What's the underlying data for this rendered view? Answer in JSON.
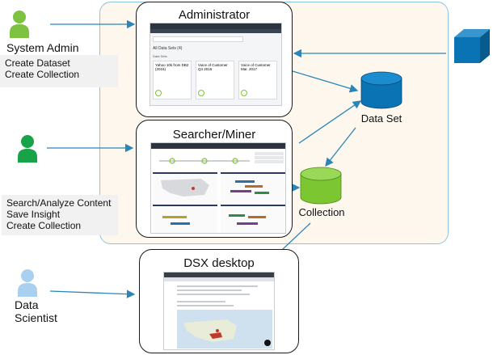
{
  "actors": {
    "system_admin": {
      "label": "System Admin",
      "notes": [
        "Create Dataset",
        "Create Collection"
      ]
    },
    "searcher": {
      "notes": [
        "Search/Analyze Content",
        "Save Insight",
        "Create Collection"
      ]
    },
    "data_scientist": {
      "label_line1": "Data",
      "label_line2": "Scientist"
    }
  },
  "panels": {
    "administrator": {
      "title": "Administrator",
      "mini": {
        "section": "All Data Sets (4)",
        "subsection": "Data Sets",
        "cards": [
          "Yahoo 10k from DB2 (2016)",
          "Voice of Customer Q4 2016",
          "Voice of Customer Mar. 2017"
        ]
      }
    },
    "searcher_miner": {
      "title": "Searcher/Miner"
    },
    "dsx": {
      "title": "DSX desktop"
    }
  },
  "stores": {
    "dataset": "Data Set",
    "collection": "Collection"
  },
  "colors": {
    "admin_actor": "#7ec241",
    "searcher_actor": "#19a349",
    "scientist_actor": "#a9d1ef",
    "dataset_db": "#0a73b3",
    "collection_db": "#7cc632",
    "source_cube": "#0a73b3",
    "arrow": "#2a86b9"
  }
}
